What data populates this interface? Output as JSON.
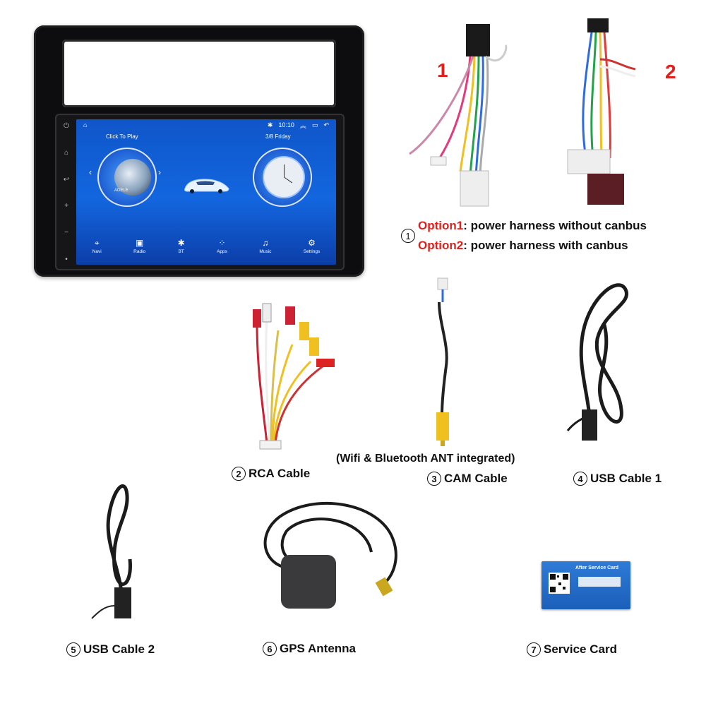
{
  "head_unit": {
    "status_time": "10:10",
    "music_label": "Click To Play",
    "album_text": "ADELE",
    "date_label": "3/8 Friday",
    "dock": [
      "Navi",
      "Radio",
      "BT",
      "Apps",
      "Music",
      "Settings"
    ]
  },
  "harness": {
    "num1": "1",
    "num2": "2",
    "circle": "1",
    "option1_red": "Option1",
    "option1_text": ": power harness without canbus",
    "option2_red": "Option2",
    "option2_text": ": power harness with canbus"
  },
  "items": {
    "wifi_note": "(Wifi & Bluetooth ANT integrated)",
    "rca": {
      "num": "2",
      "label": "RCA Cable"
    },
    "cam": {
      "num": "3",
      "label": "CAM Cable"
    },
    "usb1": {
      "num": "4",
      "label": "USB Cable 1"
    },
    "usb2": {
      "num": "5",
      "label": "USB Cable 2"
    },
    "gps": {
      "num": "6",
      "label": "GPS Antenna"
    },
    "card": {
      "num": "7",
      "label": "Service Card"
    }
  },
  "service_card": {
    "title": "After Service Card"
  },
  "colors": {
    "accent_red": "#e0201c",
    "screen_blue": "#1366df",
    "card_blue": "#2e7bd6"
  }
}
